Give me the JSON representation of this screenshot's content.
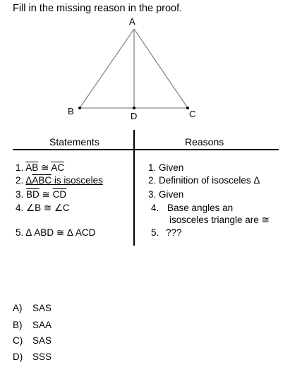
{
  "prompt": "Fill in the missing reason in the proof.",
  "diagram": {
    "vertex_labels": {
      "A": "A",
      "B": "B",
      "C": "C",
      "D": "D"
    }
  },
  "table": {
    "statements_header": "Statements",
    "reasons_header": "Reasons",
    "statements": {
      "s1": {
        "num": "1.",
        "a": "AB",
        "rel": "≅",
        "b": "AC"
      },
      "s2": {
        "num": "2.",
        "tri": "Δ",
        "name": "ABC",
        "rest": " is isosceles"
      },
      "s3": {
        "num": "3.",
        "a": "BD",
        "rel": "≅",
        "b": "CD"
      },
      "s4": {
        "num": "4.",
        "text": "∠B ≅ ∠C"
      },
      "s5": {
        "num": "5.",
        "text": "Δ ABD ≅ Δ ACD"
      }
    },
    "reasons": {
      "r1": {
        "num": "1.",
        "text": "Given"
      },
      "r2": {
        "num": "2.",
        "text": "Definition of isosceles Δ"
      },
      "r3": {
        "num": "3.",
        "text": "Given"
      },
      "r4": {
        "num": "4.",
        "line1": "Base angles an",
        "line2": "isosceles triangle are ≅"
      },
      "r5": {
        "num": "5.",
        "text": "???"
      }
    }
  },
  "choices": [
    {
      "letter": "A)",
      "text": "SAS"
    },
    {
      "letter": "B)",
      "text": "SAA"
    },
    {
      "letter": "C)",
      "text": "SAS"
    },
    {
      "letter": "D)",
      "text": "SSS"
    }
  ]
}
